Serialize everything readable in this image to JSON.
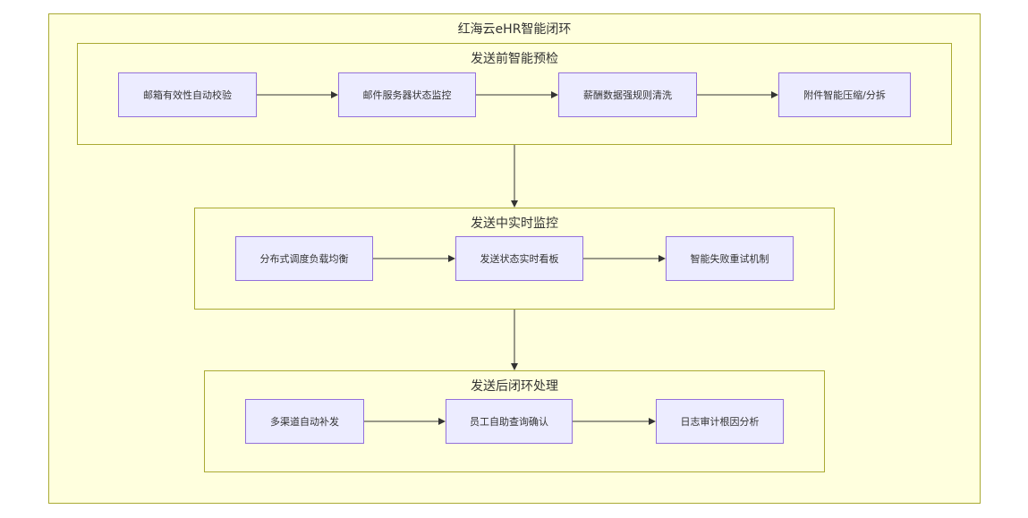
{
  "diagram": {
    "title": "红海云eHR智能闭环",
    "groups": [
      {
        "title": "发送前智能预检",
        "nodes": [
          "邮箱有效性自动校验",
          "邮件服务器状态监控",
          "薪酬数据强规则清洗",
          "附件智能压缩/分拆"
        ]
      },
      {
        "title": "发送中实时监控",
        "nodes": [
          "分布式调度负载均衡",
          "发送状态实时看板",
          "智能失败重试机制"
        ]
      },
      {
        "title": "发送后闭环处理",
        "nodes": [
          "多渠道自动补发",
          "员工自助查询确认",
          "日志审计根因分析"
        ]
      }
    ]
  },
  "colors": {
    "cluster_fill": "#ffffde",
    "cluster_stroke": "#aaaa33",
    "node_fill": "#ececff",
    "node_stroke": "#9370db",
    "edge": "#333333"
  }
}
